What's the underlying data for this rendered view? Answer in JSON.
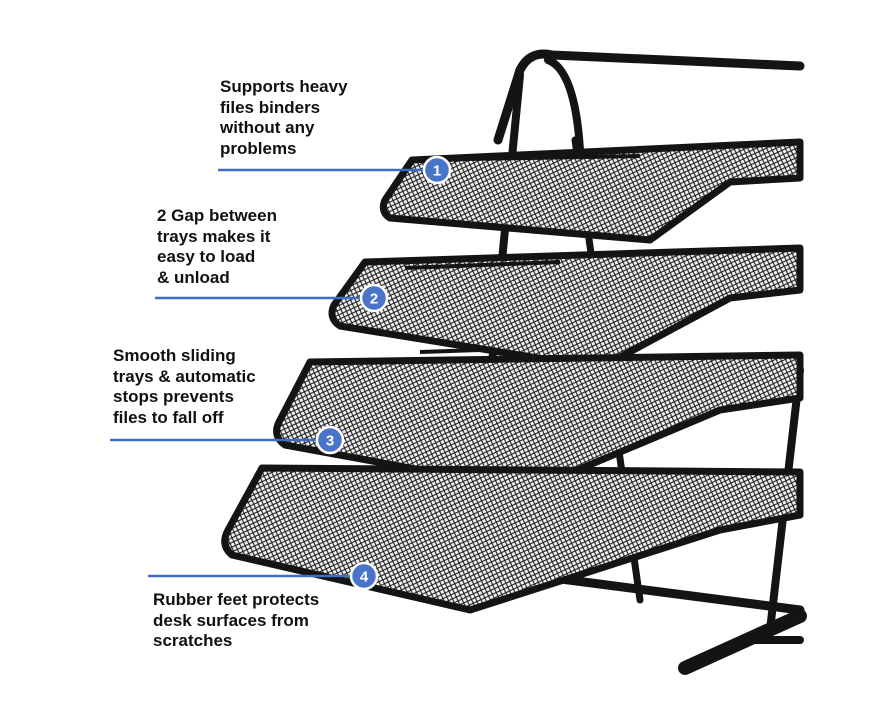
{
  "colors": {
    "accent": "#3f6cc4",
    "badge_fill": "#4a74c9",
    "metal": "#141414",
    "text": "#111111",
    "background": "#ffffff"
  },
  "callouts": [
    {
      "number": "1",
      "text": "Supports heavy\nfiles binders\nwithout any\nproblems"
    },
    {
      "number": "2",
      "text": "2 Gap between\ntrays makes it\neasy to load\n& unload"
    },
    {
      "number": "3",
      "text": "Smooth sliding\ntrays & automatic\nstops prevents\nfiles to fall off"
    },
    {
      "number": "4",
      "text": "Rubber feet protects\ndesk surfaces from\nscratches"
    }
  ]
}
